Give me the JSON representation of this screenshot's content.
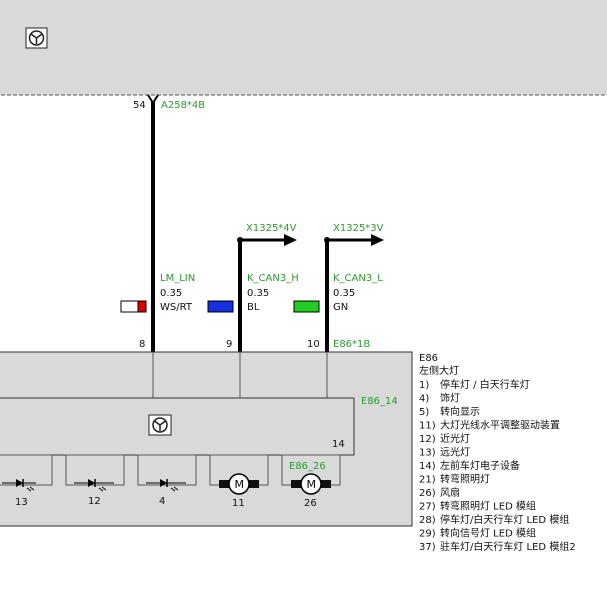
{
  "top_connector": {
    "pin": "54",
    "label": "A258*4B"
  },
  "wires": [
    {
      "name": "LM_LIN",
      "gauge": "0.35",
      "color_code": "WS/RT",
      "swatch": [
        "#ffffff",
        "#e00000"
      ],
      "pin": "8"
    },
    {
      "name": "K_CAN3_H",
      "gauge": "0.35",
      "color_code": "BL",
      "swatch": [
        "#1530e0"
      ],
      "pin": "9",
      "connector": "X1325*4V"
    },
    {
      "name": "K_CAN3_L",
      "gauge": "0.35",
      "color_code": "GN",
      "swatch": [
        "#22cc22"
      ],
      "pin": "10",
      "connector": "X1325*3V"
    }
  ],
  "bottom_connector": "E86*1B",
  "module": {
    "id": "E86",
    "title": "左侧大灯",
    "legend": [
      {
        "num": "1)",
        "text": "停车灯 / 白天行车灯"
      },
      {
        "num": "4)",
        "text": "饰灯"
      },
      {
        "num": "5)",
        "text": "转向显示"
      },
      {
        "num": "11)",
        "text": "大灯光线水平调整驱动装置"
      },
      {
        "num": "12)",
        "text": "近光灯"
      },
      {
        "num": "13)",
        "text": "远光灯"
      },
      {
        "num": "14)",
        "text": "左前车灯电子设备"
      },
      {
        "num": "21)",
        "text": "转弯照明灯"
      },
      {
        "num": "26)",
        "text": "风扇"
      },
      {
        "num": "27)",
        "text": "转弯照明灯 LED 模组"
      },
      {
        "num": "28)",
        "text": "停车灯/白天行车灯 LED 模组"
      },
      {
        "num": "29)",
        "text": "转向信号灯 LED 模组"
      },
      {
        "num": "37)",
        "text": "驻车灯/白天行车灯 LED 模组2"
      }
    ]
  },
  "submodule": {
    "id": "E86_14",
    "num": "14"
  },
  "components": [
    {
      "type": "led",
      "num": "13"
    },
    {
      "type": "led",
      "num": "12"
    },
    {
      "type": "led",
      "num": "4"
    },
    {
      "type": "motor",
      "num": "11"
    },
    {
      "type": "motor",
      "num": "26",
      "label": "E86_26"
    }
  ],
  "icons": [
    "steering-wheel-icon",
    "diode-icon",
    "motor-icon",
    "arrow-right-icon"
  ],
  "colors": {
    "module_fill": "#d9d9d9",
    "label_green": "#2e9a2e",
    "wire": "#000000"
  }
}
